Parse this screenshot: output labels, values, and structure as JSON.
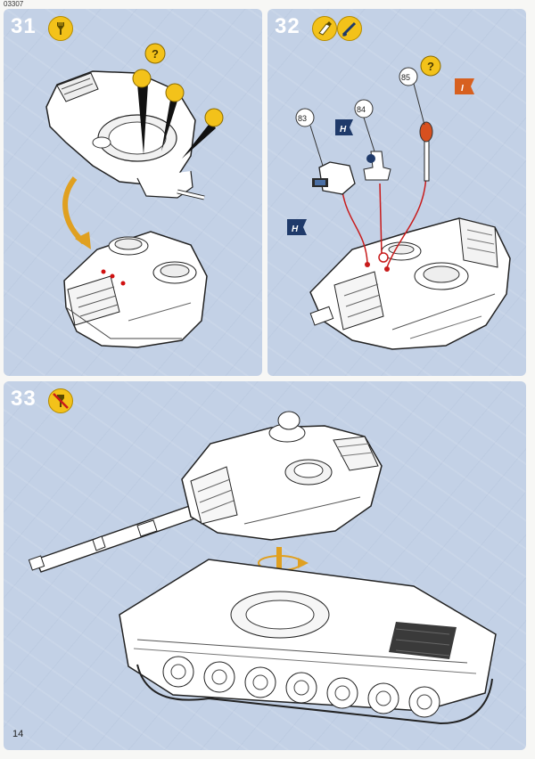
{
  "header": {
    "kit_code": "03307"
  },
  "steps": [
    {
      "number": "31",
      "badges": [
        "glue-icon"
      ]
    },
    {
      "number": "32",
      "badges": [
        "glue-tube-icon",
        "paint-brush-icon"
      ]
    },
    {
      "number": "33",
      "badges": [
        "no-glue-icon"
      ]
    }
  ],
  "step32": {
    "part_callouts": [
      "83",
      "84",
      "85"
    ],
    "paint_markers": [
      "H",
      "H",
      "I"
    ]
  },
  "footer": {
    "page_number": "14"
  }
}
